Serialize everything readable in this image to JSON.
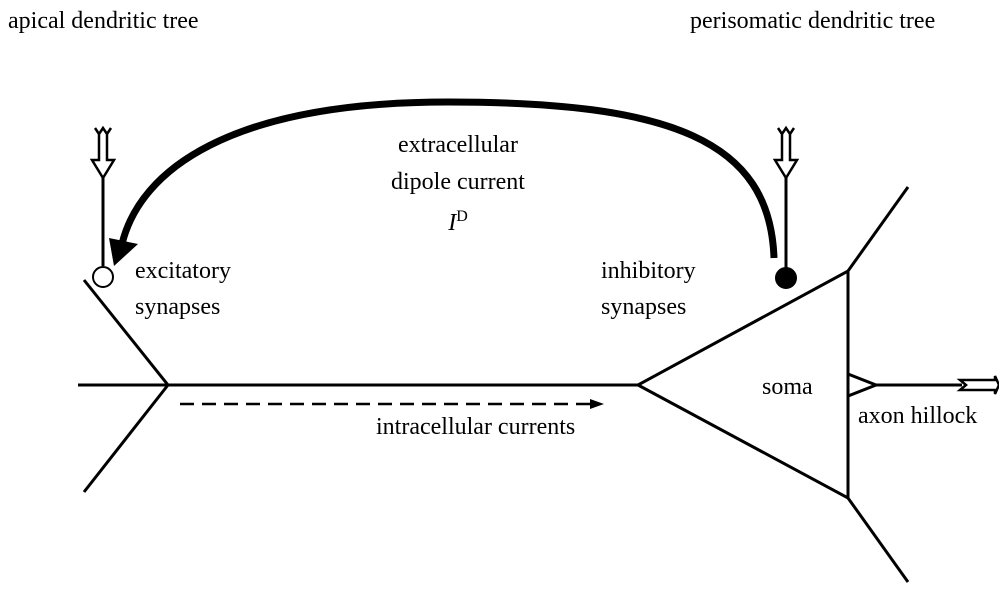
{
  "labels": {
    "apical_tree": "apical dendritic tree",
    "perisomatic_tree": "perisomatic dendritic tree",
    "dipole_line1": "extracellular",
    "dipole_line2": "dipole current",
    "dipole_symbol": "I",
    "dipole_superscript": "D",
    "excitatory_line1": "excitatory",
    "excitatory_line2": "synapses",
    "inhibitory_line1": "inhibitory",
    "inhibitory_line2": "synapses",
    "soma": "soma",
    "intracellular": "intracellular currents",
    "axon_hillock": "axon hillock"
  },
  "colors": {
    "stroke": "#000000",
    "background": "#ffffff"
  }
}
